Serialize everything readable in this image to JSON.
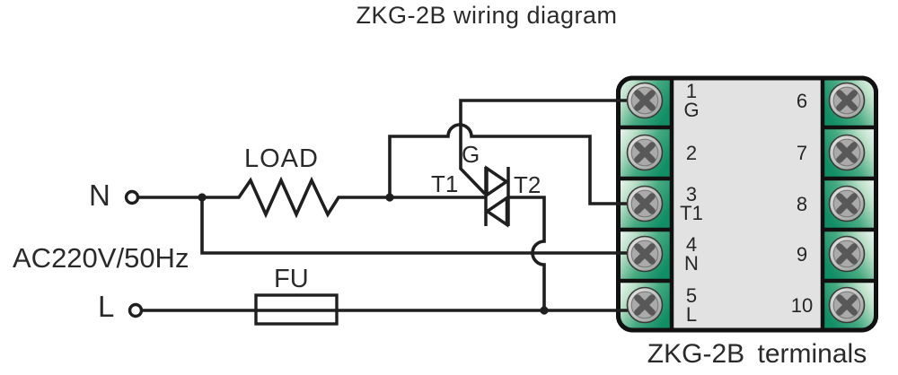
{
  "title": "ZKG-2B wiring diagram",
  "caption": "ZKG-2B terminals",
  "source": {
    "neutral_label": "N",
    "live_label": "L",
    "supply_label": "AC220V/50Hz"
  },
  "components": {
    "load_label": "LOAD",
    "fuse_label": "FU",
    "triac": {
      "gate_label": "G",
      "t1_label": "T1",
      "t2_label": "T2"
    }
  },
  "terminal_block": {
    "left": [
      {
        "number": "1",
        "signal": "G"
      },
      {
        "number": "2",
        "signal": ""
      },
      {
        "number": "3",
        "signal": "T1"
      },
      {
        "number": "4",
        "signal": "N"
      },
      {
        "number": "5",
        "signal": "L"
      }
    ],
    "right": [
      {
        "number": "6"
      },
      {
        "number": "7"
      },
      {
        "number": "8"
      },
      {
        "number": "9"
      },
      {
        "number": "10"
      }
    ]
  },
  "colors": {
    "wire": "#1f1f1f",
    "text": "#2a2a2a",
    "terminal_green_dark": "#128e66",
    "terminal_green_light": "#f4faf5",
    "panel_gray": "#e2e2e2",
    "screw_gray": "#a9aaa9"
  }
}
